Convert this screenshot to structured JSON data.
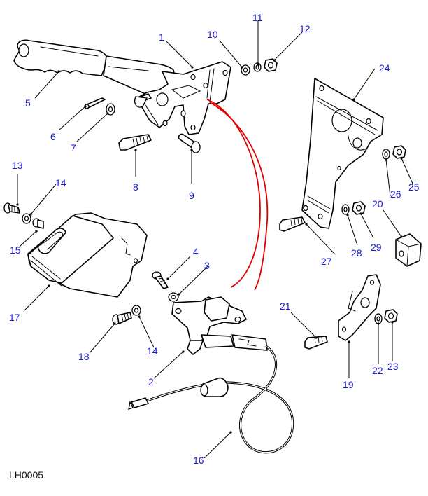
{
  "diagram": {
    "title": "Handbrake lever assembly - exploded parts view",
    "reference_code": "LH0005",
    "colors": {
      "callout_text": "#1a1ad0",
      "leader_lines": "#000000",
      "wire_highlight": "#e00000",
      "background": "#ffffff"
    },
    "callouts": [
      {
        "id": "1",
        "part": "Handbrake lever assembly"
      },
      {
        "id": "2",
        "part": "Warning switch"
      },
      {
        "id": "3",
        "part": "Shakeproof washer"
      },
      {
        "id": "4",
        "part": "Screw"
      },
      {
        "id": "5",
        "part": "Lever grip"
      },
      {
        "id": "6",
        "part": "Split pin"
      },
      {
        "id": "7",
        "part": "Plain washer"
      },
      {
        "id": "8",
        "part": "Bolt"
      },
      {
        "id": "9",
        "part": "Clevis pin"
      },
      {
        "id": "10",
        "part": "Plain washer"
      },
      {
        "id": "11",
        "part": "Spring washer"
      },
      {
        "id": "12",
        "part": "Nut"
      },
      {
        "id": "13",
        "part": "Screw"
      },
      {
        "id": "14",
        "part": "Washer"
      },
      {
        "id": "15",
        "part": "Grommet / spacer"
      },
      {
        "id": "16",
        "part": "Switch harness"
      },
      {
        "id": "17",
        "part": "Gaiter / cover"
      },
      {
        "id": "18",
        "part": "Screw"
      },
      {
        "id": "19",
        "part": "Mounting bracket"
      },
      {
        "id": "20",
        "part": "Rubber block"
      },
      {
        "id": "21",
        "part": "Bolt"
      },
      {
        "id": "22",
        "part": "Washer"
      },
      {
        "id": "23",
        "part": "Nut"
      },
      {
        "id": "24",
        "part": "Mounting plate"
      },
      {
        "id": "25",
        "part": "Nut"
      },
      {
        "id": "26",
        "part": "Washer"
      },
      {
        "id": "27",
        "part": "Bolt"
      },
      {
        "id": "28",
        "part": "Washer"
      },
      {
        "id": "29",
        "part": "Nut"
      }
    ]
  }
}
